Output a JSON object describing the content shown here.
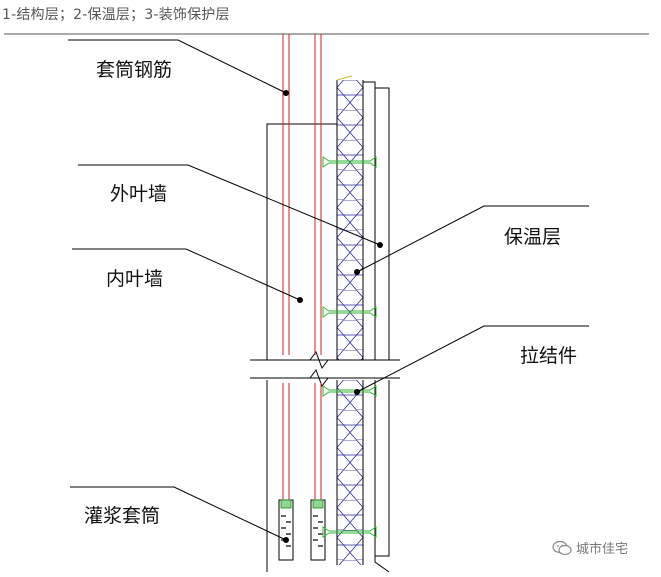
{
  "caption": "1-结构层；2-保温层；3-装饰保护层",
  "labels": {
    "sleeve_rebar": "套筒钢筋",
    "outer_wall": "外叶墙",
    "insulation": "保温层",
    "inner_wall": "内叶墙",
    "connector": "拉结件",
    "grout_sleeve": "灌浆套筒"
  },
  "watermark": {
    "text": "城市佳宅",
    "icon": "wechat-icon"
  },
  "colors": {
    "rebar": "#d61f1f",
    "connector": "#2fb52f",
    "insulation": "#2a2aa0",
    "line": "#000000"
  }
}
